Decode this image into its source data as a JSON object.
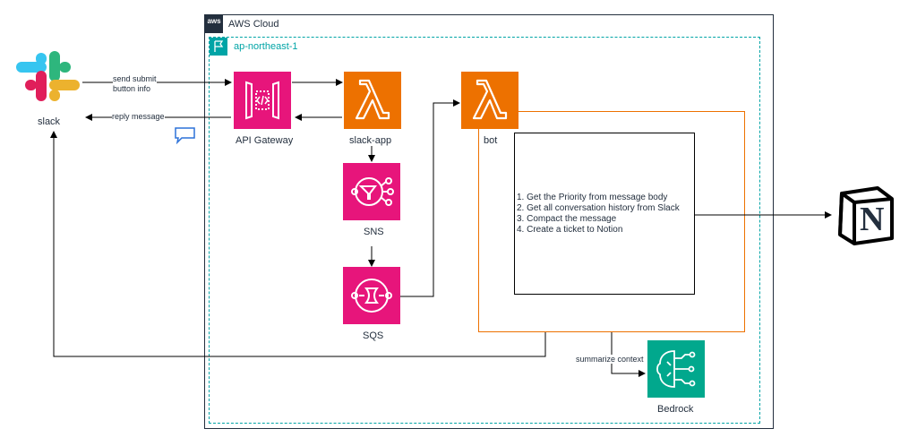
{
  "cloud": {
    "title": "AWS Cloud",
    "aws_logo_text": "aws"
  },
  "region": {
    "name": "ap-northeast-1"
  },
  "slack": {
    "label": "slack"
  },
  "notion": {
    "logo_letter": "N"
  },
  "edges": {
    "send_submit_line1": "send submit",
    "send_submit_line2": "button info",
    "reply": "reply message",
    "summarize": "summarize context"
  },
  "services": {
    "api_gateway": "API Gateway",
    "slack_app": "slack-app",
    "sns": "SNS",
    "sqs": "SQS",
    "bot": "bot",
    "bedrock": "Bedrock"
  },
  "tasks": [
    "1. Get the Priority from message body",
    "2. Get all conversation history from Slack",
    "3. Compact the message",
    "4. Create a ticket to Notion"
  ],
  "colors": {
    "app_integration": "#e7157b",
    "compute": "#ed7100",
    "ml": "#01a88d",
    "region_border": "#00a4a6"
  }
}
